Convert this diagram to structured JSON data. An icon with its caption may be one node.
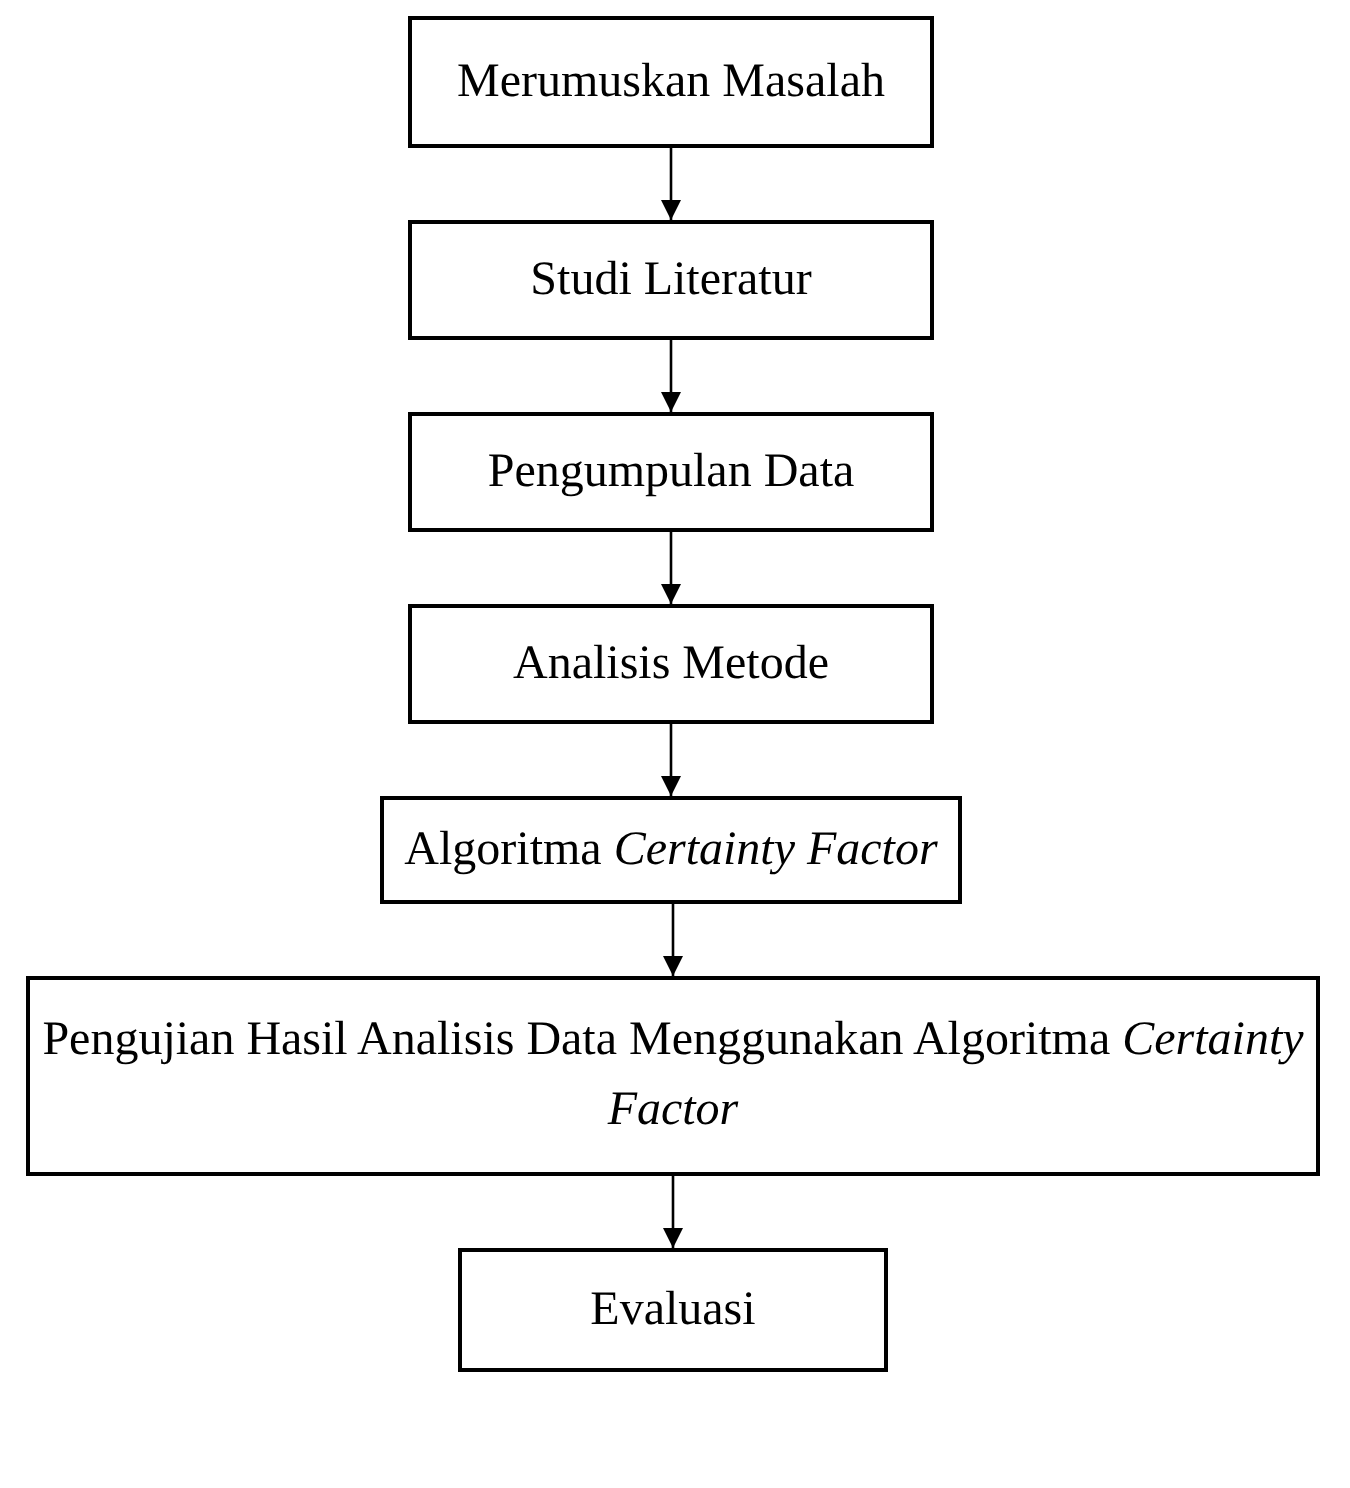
{
  "diagram": {
    "nodes": [
      {
        "text": [
          "Merumuskan Masalah"
        ]
      },
      {
        "text": [
          "Studi Literatur"
        ]
      },
      {
        "text": [
          "Pengumpulan Data"
        ]
      },
      {
        "text": [
          "Analisis Metode"
        ]
      },
      {
        "text": [
          "Algoritma *Certainty Factor*"
        ]
      },
      {
        "text": [
          "Pengujian Hasil Analisis Data Menggunakan Algoritma *Certainty Factor*"
        ]
      },
      {
        "text": [
          "Evaluasi"
        ]
      }
    ],
    "edges": [
      {
        "from": 0,
        "to": 1,
        "arrow": "to"
      },
      {
        "from": 1,
        "to": 2,
        "arrow": "to"
      },
      {
        "from": 2,
        "to": 3,
        "arrow": "to"
      },
      {
        "from": 3,
        "to": 4,
        "arrow": "to"
      },
      {
        "from": 4,
        "to": 5,
        "arrow": "to"
      },
      {
        "from": 5,
        "to": 6,
        "arrow": "to"
      }
    ]
  }
}
